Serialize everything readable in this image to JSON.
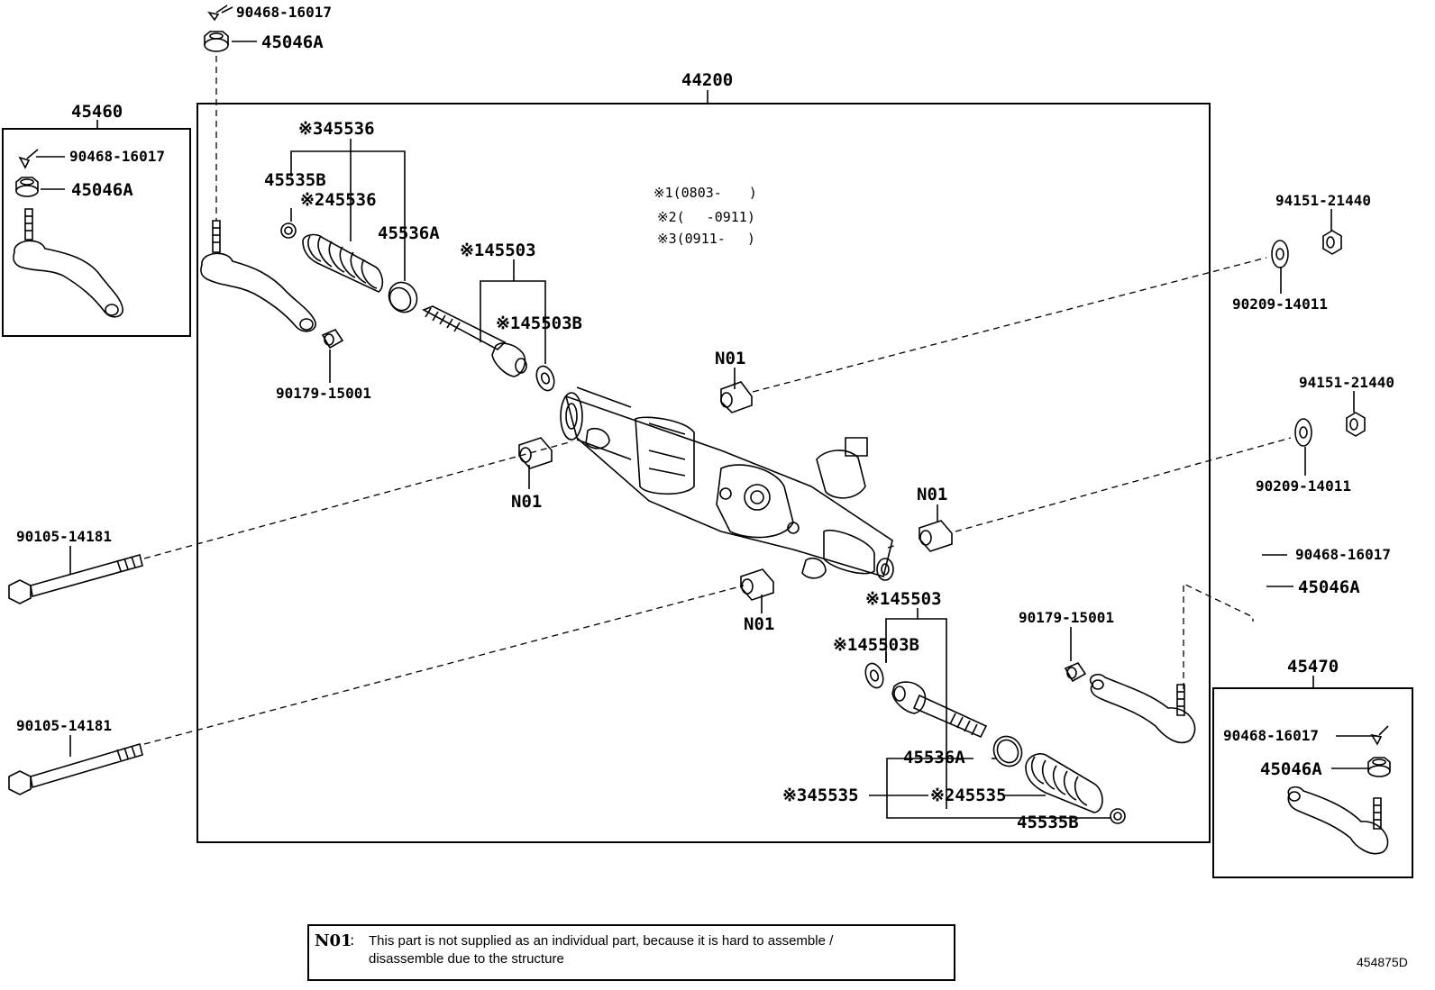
{
  "labels": {
    "main_assembly": "44200",
    "left_tie_rod_end_assy": "45460",
    "right_tie_rod_end_assy": "45470",
    "cotter_pin": "90468-16017",
    "nut": "45046A",
    "bushing_nut": "90179-15001",
    "boot_kit_3": "※345536",
    "boot_2": "※245536",
    "boot_clip_left": "45535B",
    "boot_clamp_left": "45536A",
    "rack_end_left": "※145503",
    "washer_left": "※145503B",
    "mount_n01": "N01",
    "bolt": "90105-14181",
    "mount_nut": "94151-21440",
    "washer_plate": "90209-14011",
    "rack_end_right": "※145503",
    "washer_right": "※145503B",
    "boot_clamp_right": "45536A",
    "boot_kit_3_right": "※345535",
    "boot_2_right": "※245535",
    "boot_clip_right": "45535B"
  },
  "notes": {
    "n1": "※1(0803-　　)",
    "n2": "※2(　 -0911)",
    "n3": "※3(0911-　 )"
  },
  "legend": {
    "code": "N01",
    "colon": ":",
    "line1": "This part is not supplied as an individual part, because it is hard to assemble /",
    "line2": "disassemble  due to the structure"
  },
  "diagram_id": "454875D"
}
